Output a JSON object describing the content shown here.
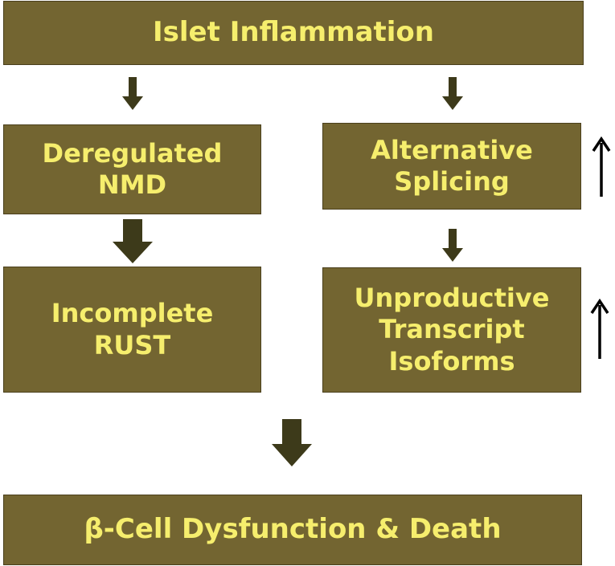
{
  "nodes": {
    "islet_inflammation": "Islet Inflammation",
    "deregulated_nmd": [
      "Deregulated",
      "NMD"
    ],
    "alternative_splicing": [
      "Alternative",
      "Splicing"
    ],
    "incomplete_rust": [
      "Incomplete",
      "RUST"
    ],
    "unproductive_isoforms": [
      "Unproductive",
      "Transcript",
      "Isoforms"
    ],
    "beta_cell_outcome": "β-Cell Dysfunction & Death"
  },
  "indicators": {
    "splicing_change": "increase",
    "isoforms_change": "increase"
  },
  "colors": {
    "box_fill": "#736531",
    "box_text": "#f6ee6d",
    "arrow": "#3d3a1a",
    "up_arrow": "#000000"
  }
}
